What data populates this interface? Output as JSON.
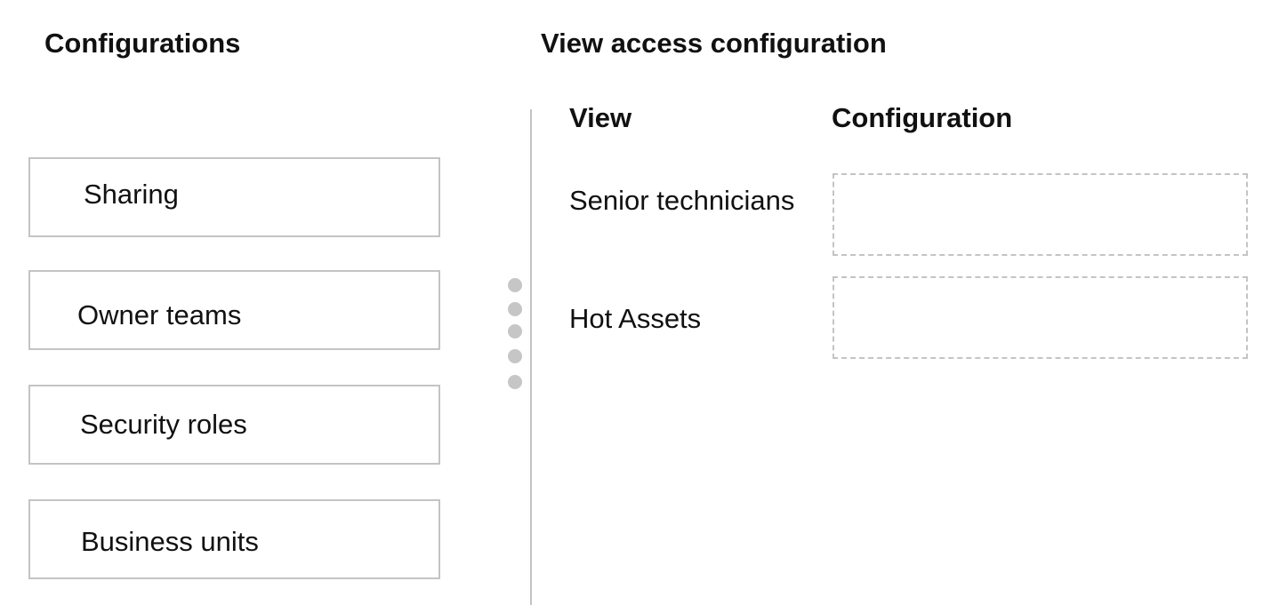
{
  "left_panel": {
    "heading": "Configurations",
    "options": [
      {
        "label": "Sharing"
      },
      {
        "label": "Owner teams"
      },
      {
        "label": "Security roles"
      },
      {
        "label": "Business units"
      }
    ]
  },
  "right_panel": {
    "heading": "View access configuration",
    "columns": {
      "view": "View",
      "configuration": "Configuration"
    },
    "rows": [
      {
        "view": "Senior technicians",
        "configuration": ""
      },
      {
        "view": "Hot Assets",
        "configuration": ""
      }
    ]
  },
  "divider_handle": {
    "icon": "drag-handle-dots-icon",
    "dot_color": "#c6c6c6"
  },
  "colors": {
    "border": "#c4c4c4",
    "text": "#111111"
  }
}
